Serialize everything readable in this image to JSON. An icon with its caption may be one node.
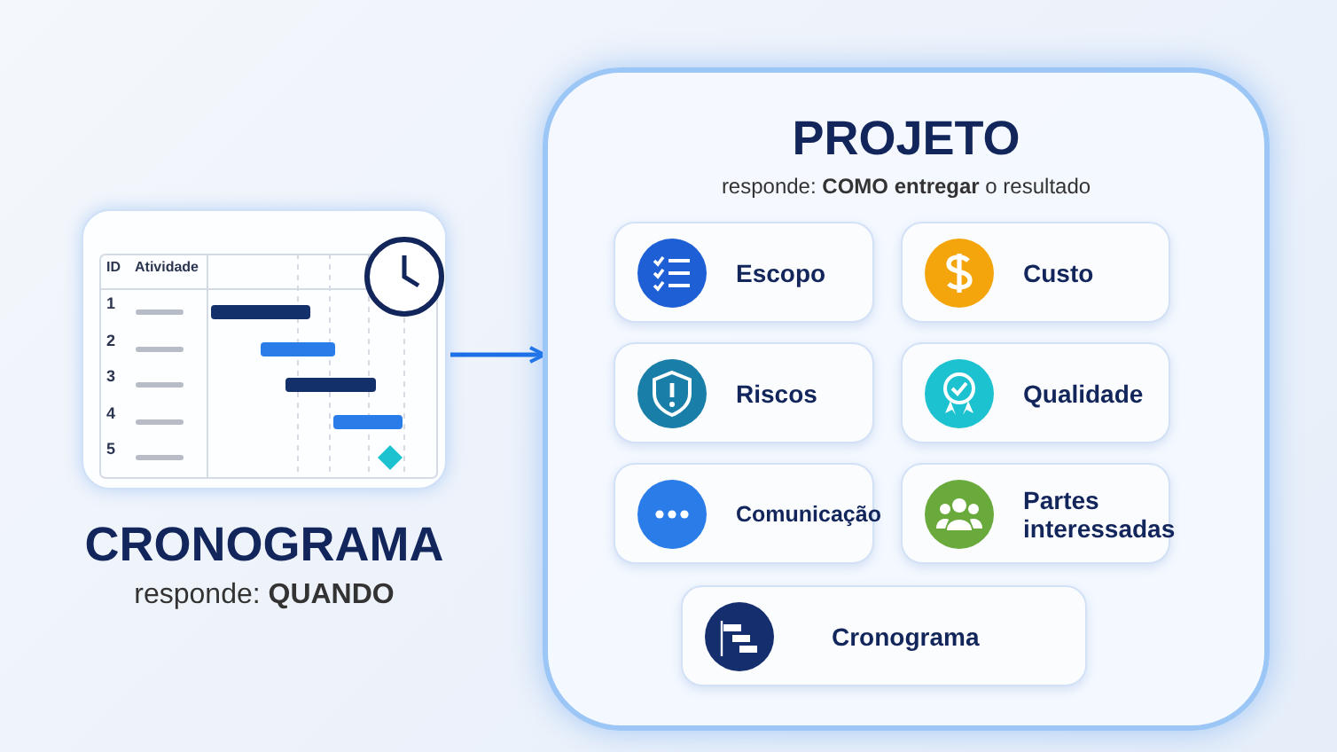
{
  "diagram": {
    "nodes": [
      {
        "text": [
          "ID",
          "Atividade",
          "1",
          "2",
          "3",
          "4",
          "5"
        ],
        "beside": [
          "CRONOGRAMA",
          "responde: **QUANDO**"
        ]
      },
      {
        "text": [
          "PROJETO",
          "responde: **COMO entregar** o resultado"
        ]
      },
      {
        "text": [
          "Escopo"
        ],
        "in": 1
      },
      {
        "text": [
          "Custo"
        ],
        "in": 1
      },
      {
        "text": [
          "Riscos"
        ],
        "in": 1
      },
      {
        "text": [
          "Qualidade"
        ],
        "in": 1
      },
      {
        "text": [
          "Comunicação"
        ],
        "in": 1
      },
      {
        "text": [
          "Partes interessadas"
        ],
        "in": 1
      },
      {
        "text": [
          "Cronograma"
        ],
        "in": 1
      }
    ],
    "edges": [
      {
        "from": 0,
        "to": 1,
        "arrow": "to"
      }
    ]
  }
}
